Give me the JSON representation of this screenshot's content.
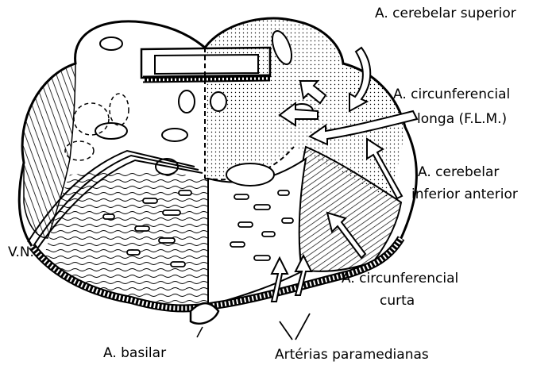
{
  "labels": {
    "cerebelar_superior": "A. cerebelar superior",
    "circunferencial_longa_line1": "A. circunferencial",
    "circunferencial_longa_line2": "longa (F.L.M.)",
    "cerebelar_inferior_line1": "A. cerebelar",
    "cerebelar_inferior_line2": "inferior anterior",
    "circunferencial_curta_line1": "A. circunferencial",
    "circunferencial_curta_line2": "curta",
    "vn": "V.N.",
    "basilar": "A. basilar",
    "paramedianas": "Artérias paramedianas"
  }
}
